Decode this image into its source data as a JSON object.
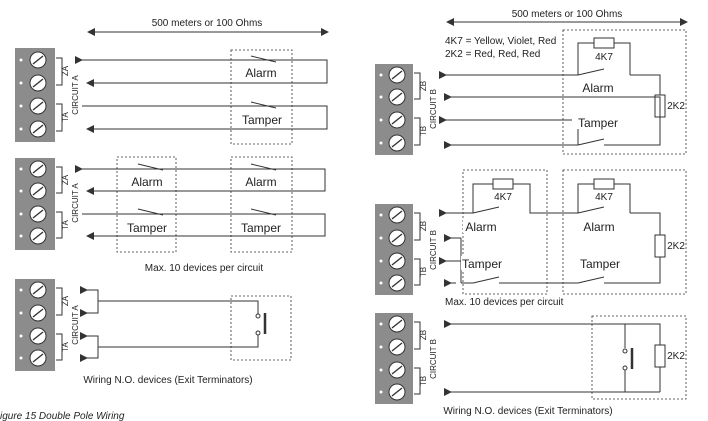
{
  "distance_label": "500 meters or 100 Ohms",
  "labels": {
    "alarm": "Alarm",
    "tamper": "Tamper",
    "za": "ZA",
    "ta": "TA",
    "zb": "ZB",
    "tb": "TB",
    "circuit_a": "CIRCUIT A",
    "circuit_b": "CIRCUIT B",
    "r4k7": "4K7",
    "r2k2": "2K2"
  },
  "color_codes": {
    "line1": "4K7 = Yellow, Violet, Red",
    "line2": "2K2 = Red, Red, Red"
  },
  "notes": {
    "max_devices": "Max. 10 devices per circuit",
    "wiring_no": "Wiring N.O. devices (Exit Terminators)"
  },
  "figure_caption": "igure 15    Double Pole Wiring",
  "colors": {
    "terminal_block": "#8c8c8c",
    "line": "#333333"
  }
}
